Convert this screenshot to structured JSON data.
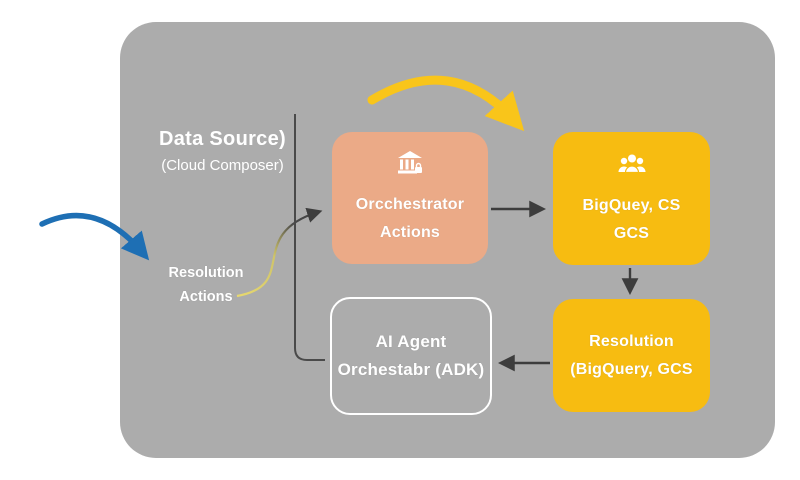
{
  "diagram_title": "",
  "labels": {
    "data_source": {
      "line1": "Data Source)",
      "line2": "(Cloud Composer)"
    },
    "resolution_actions": {
      "line1": "Resolution",
      "line2": "Actions"
    }
  },
  "nodes": {
    "orchestrator_actions": {
      "line1": "Orcchestrator",
      "line2": "Actions",
      "icon": "bank-icon",
      "fill": "#ebaa87"
    },
    "bigquery_gcs": {
      "line1": "BigQuey, CS",
      "line2": "GCS",
      "icon": "people-group-icon",
      "fill": "#f7bc11"
    },
    "resolution_store": {
      "line1": "Resolution",
      "line2": "(BigQuery, GCS",
      "fill": "#f7bc11"
    },
    "ai_agent": {
      "line1": "AI Agent",
      "line2": "Orchestabr (ADK)",
      "fill": "transparent",
      "border": "#ffffff"
    }
  },
  "connectors": {
    "blue_entry_arrow": {
      "color": "#1e6fb4",
      "direction": "curves down-right into panel"
    },
    "yellow_top_arrow": {
      "color": "#f9c51a",
      "direction": "curves down-right into BigQuery box"
    },
    "resolution_to_orchestrator": {
      "color_start": "#e8d96f",
      "color_end": "#3d3d3d"
    },
    "orchestrator_to_bigquery": {
      "color": "#3d3d3d"
    },
    "bigquery_to_resolution": {
      "color": "#3d3d3d"
    },
    "resolution_to_ai_agent": {
      "color": "#3d3d3d"
    },
    "vertical_bus_line": {
      "color": "#4a4a4a"
    }
  },
  "colors": {
    "panel_bg": "#acacac",
    "page_bg": "#ffffff",
    "text": "#ffffff"
  }
}
